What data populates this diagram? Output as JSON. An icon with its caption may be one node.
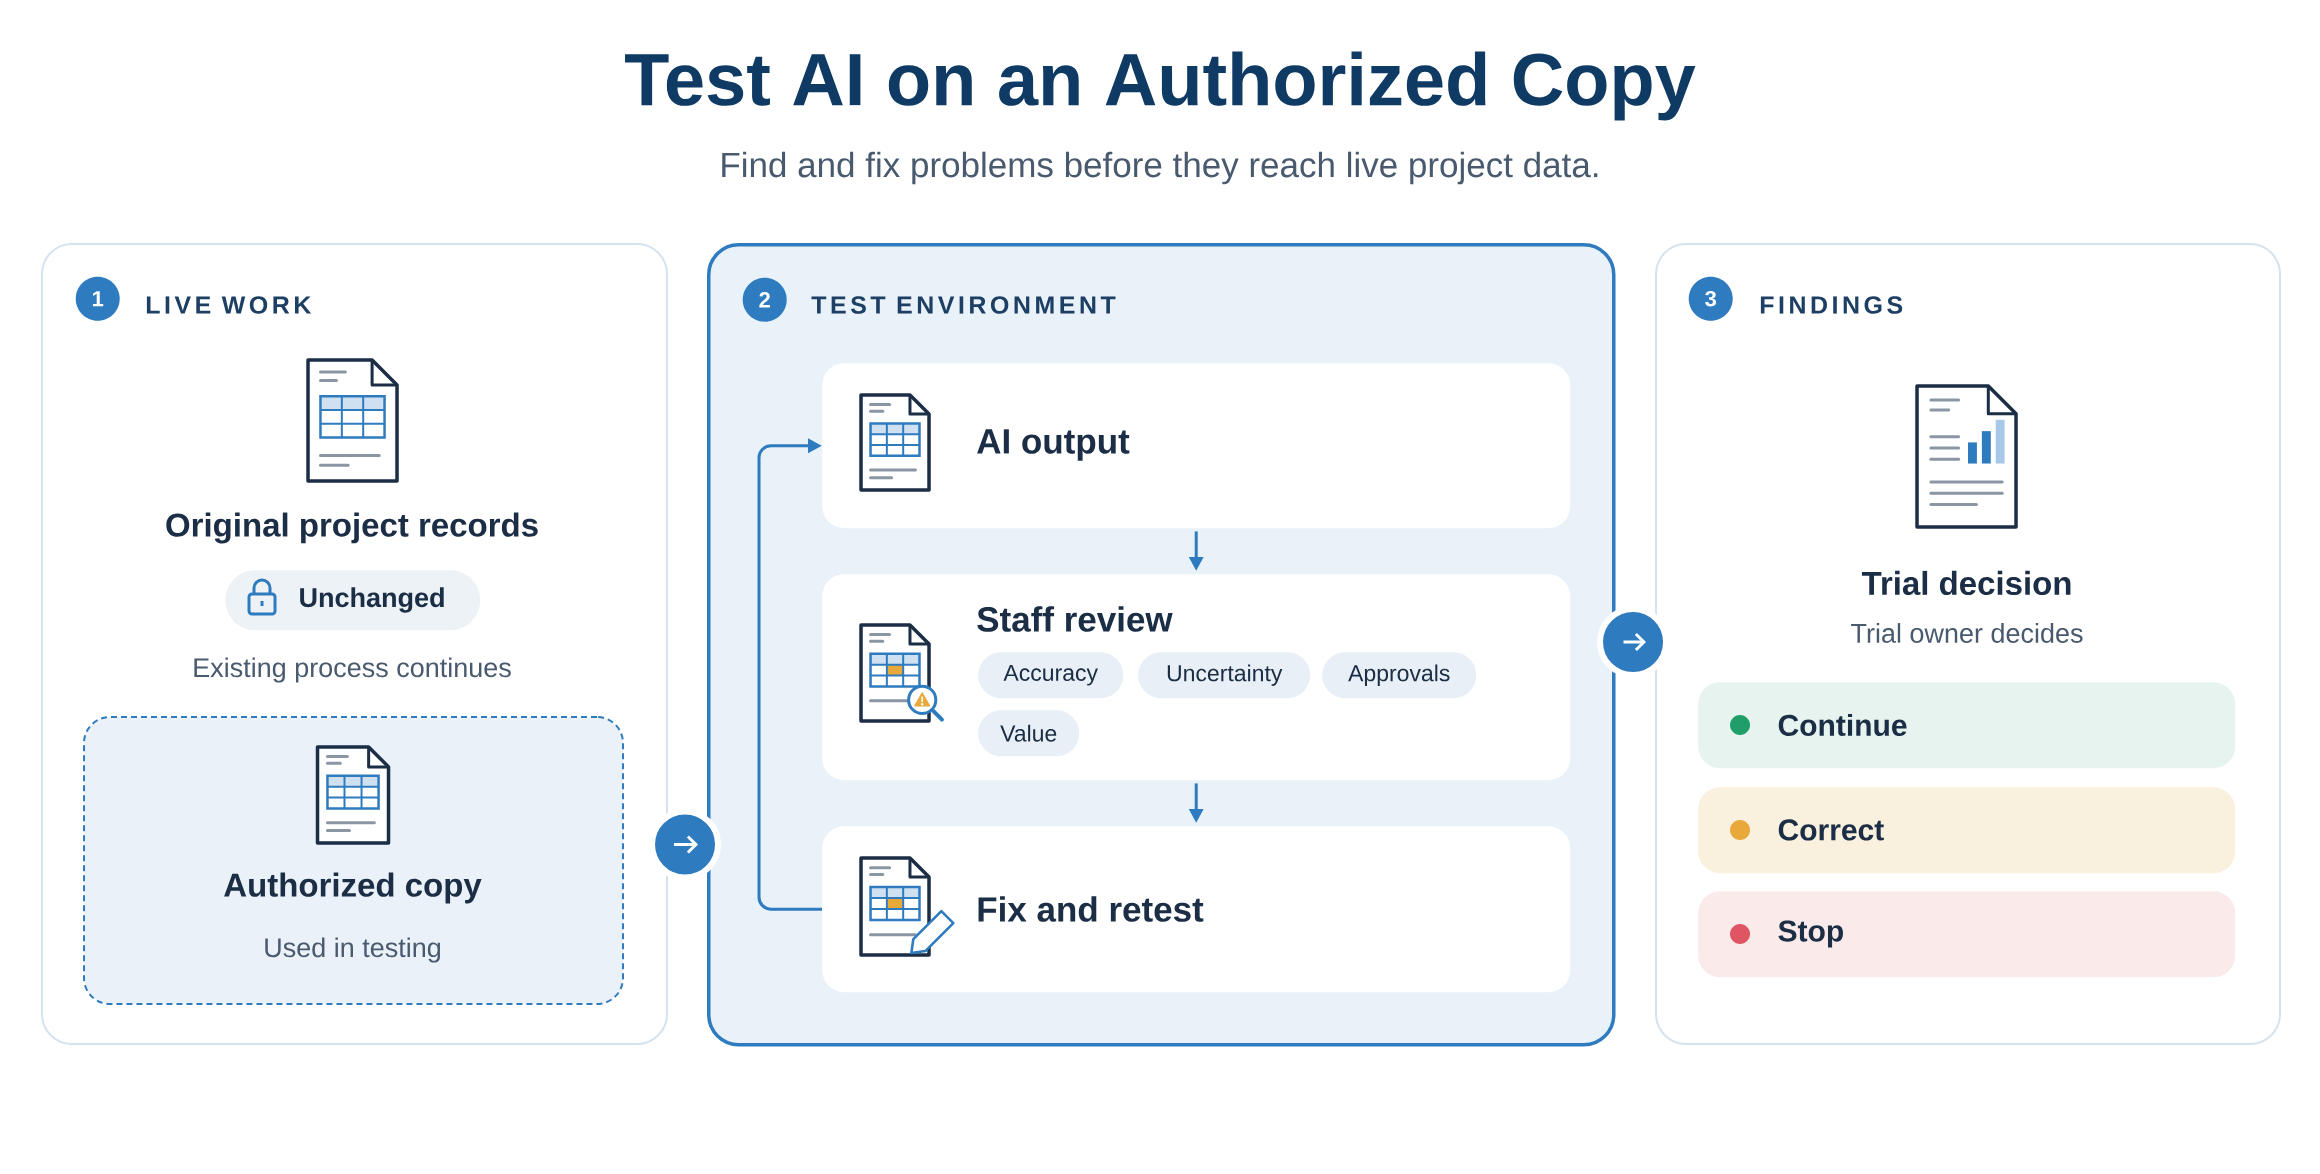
{
  "diagram": {
    "title": "Test AI on an Authorized Copy",
    "nodes": [
      {
        "text": [
          "LIVE WORK",
          "Original project records",
          "Existing process continues"
        ]
      },
      {
        "text": [
          "1"
        ],
        "in": 0
      },
      {
        "text": [
          "Unchanged"
        ],
        "in": 0
      },
      {
        "text": [
          "Authorized copy",
          "Used in testing"
        ],
        "in": 0
      },
      {
        "text": [
          "TEST ENVIRONMENT"
        ]
      },
      {
        "text": [
          "2"
        ],
        "in": 4
      },
      {
        "text": [
          "AI output"
        ],
        "in": 4
      },
      {
        "text": [
          "Staff review"
        ],
        "in": 4
      },
      {
        "text": [
          "Accuracy"
        ],
        "in": 7
      },
      {
        "text": [
          "Uncertainty"
        ],
        "in": 7
      },
      {
        "text": [
          "Approvals"
        ],
        "in": 7
      },
      {
        "text": [
          "Value"
        ],
        "in": 7
      },
      {
        "text": [
          "Fix and retest"
        ],
        "in": 4
      },
      {
        "text": [
          "FINDINGS",
          "Trial decision",
          "Trial owner decides"
        ]
      },
      {
        "text": [
          "3"
        ],
        "in": 13
      },
      {
        "text": [
          "Continue"
        ],
        "in": 13
      },
      {
        "text": [
          "Correct"
        ],
        "in": 13
      },
      {
        "text": [
          "Stop"
        ],
        "in": 13
      }
    ],
    "edges": [
      {
        "from": 3,
        "to": 4,
        "arrow": "to",
        "color": "#ffffff"
      },
      {
        "from": 4,
        "to": 13,
        "arrow": "to",
        "color": "#ffffff"
      },
      {
        "from": 6,
        "to": 7,
        "arrow": "to"
      },
      {
        "from": 7,
        "to": 12,
        "arrow": "to"
      },
      {
        "from": 12,
        "to": 6,
        "arrow": "to"
      }
    ],
    "labels": [
      "Find and fix problems before they reach live project data."
    ]
  }
}
